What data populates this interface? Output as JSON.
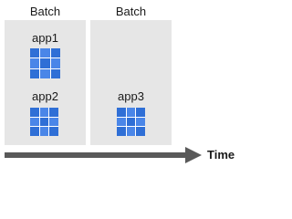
{
  "batches": [
    {
      "title": "Batch",
      "apps": [
        "app1",
        "app2"
      ]
    },
    {
      "title": "Batch",
      "apps": [
        "app3"
      ]
    }
  ],
  "axis": {
    "label": "Time"
  },
  "colors": {
    "box": "#e6e6e6",
    "icon": "#2f6fd6",
    "arrow": "#595959"
  }
}
